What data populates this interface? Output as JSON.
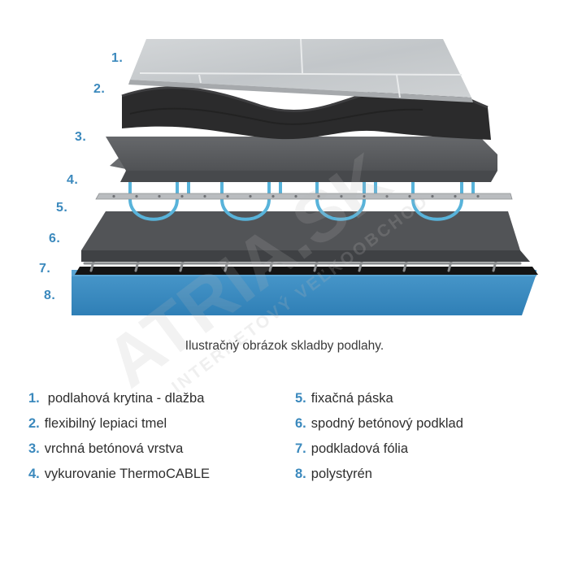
{
  "colors": {
    "accent": "#3a8fc4",
    "number_blue": "#3b89bd",
    "tile": "#c9cdd0",
    "adhesive": "#2b2b2c",
    "concrete_top": "#5e6063",
    "concrete_bottom": "#46484b",
    "cable": "#58b3da",
    "foil": "#161616",
    "polystyrene": "#3b8fc6",
    "watermark": "#b8b8b8"
  },
  "layer_numbers": [
    "1.",
    "2.",
    "3.",
    "4.",
    "5.",
    "6.",
    "7.",
    "8."
  ],
  "caption": "Ilustračný obrázok skladby podlahy.",
  "legend": {
    "left": [
      {
        "num": "1.",
        "label": "podlahová krytina - dlažba"
      },
      {
        "num": "2.",
        "label": "flexibilný lepiaci tmel"
      },
      {
        "num": "3.",
        "label": "vrchná betónová vrstva"
      },
      {
        "num": "4.",
        "label": "vykurovanie ThermoCABLE"
      }
    ],
    "right": [
      {
        "num": "5.",
        "label": "fixačná páska"
      },
      {
        "num": "6.",
        "label": "spodný betónový podklad"
      },
      {
        "num": "7.",
        "label": "podkladová fólia"
      },
      {
        "num": "8.",
        "label": "polystyrén"
      }
    ]
  },
  "watermark": {
    "brand": "ATRIA.SK",
    "tagline": "INTERNETOVÝ VEĽKOOBCHOD"
  }
}
